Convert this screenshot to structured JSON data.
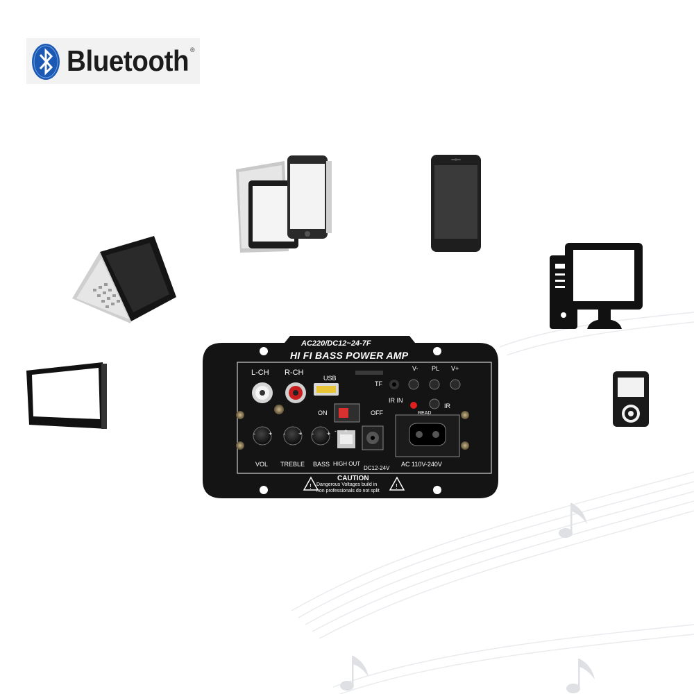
{
  "logo": {
    "icon": "bluetooth-icon",
    "wordmark": "Bluetooth",
    "registered": "®",
    "badge_color": "#1b59b3"
  },
  "devices": [
    {
      "name": "laptop-icon"
    },
    {
      "name": "tablet-and-phone-icon"
    },
    {
      "name": "smartphone-icon"
    },
    {
      "name": "desktop-computer-icon"
    },
    {
      "name": "tv-monitor-icon"
    },
    {
      "name": "mp3-player-icon"
    }
  ],
  "amplifier": {
    "model": "AC220/DC12~24-7F",
    "title": "HI FI BASS POWER AMP",
    "labels": {
      "l_ch": "L-CH",
      "r_ch": "R-CH",
      "usb": "USB",
      "tf": "TF",
      "ir_in": "IR IN",
      "v_minus": "V-",
      "pl": "PL",
      "v_plus": "V+",
      "read": "READ",
      "ir": "IR",
      "on": "ON",
      "off": "OFF",
      "vol": "VOL",
      "treble": "TREBLE",
      "bass": "BASS",
      "high_out": "HIGH OUT",
      "dc_in": "DC12-24V",
      "ac_in": "AC 110V-240V",
      "minus": "-",
      "plus": "+"
    },
    "caution": {
      "title": "CAUTION",
      "line1": "Dangerous Voltages build in",
      "line2": "non professionals do not split"
    },
    "colors": {
      "panel": "#141414",
      "rca_left": "#f2f2f2",
      "rca_right": "#c81e1e",
      "usb": "#e8c638",
      "led": "#e02020"
    }
  }
}
